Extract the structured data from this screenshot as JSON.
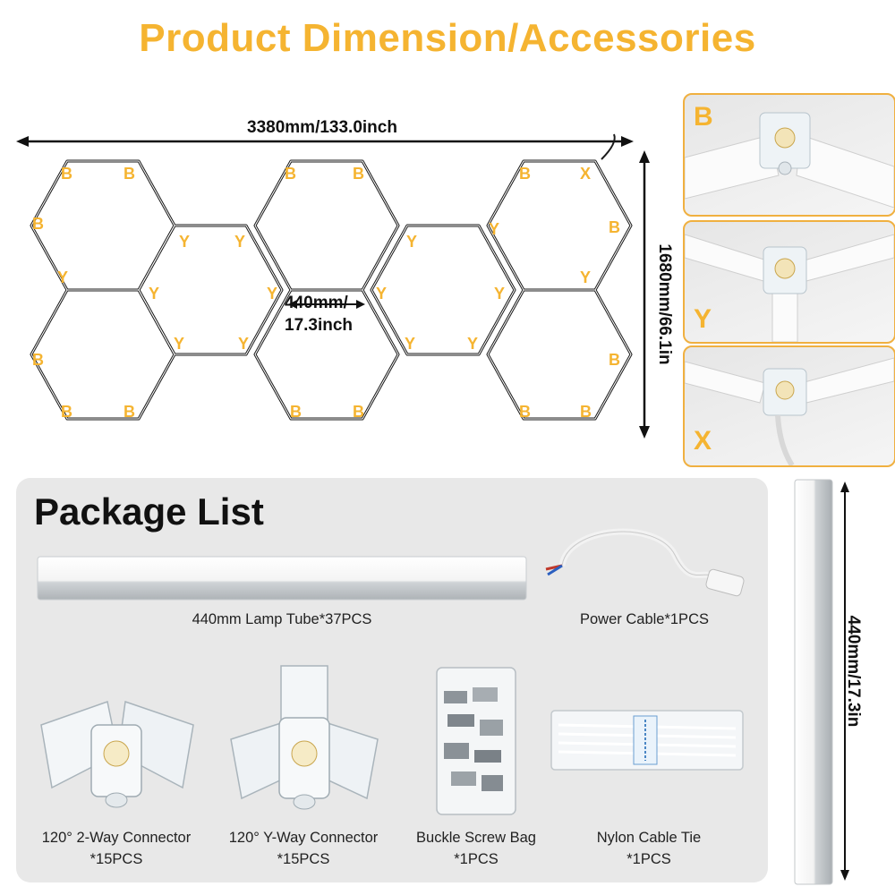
{
  "title": "Product Dimension/Accessories",
  "colors": {
    "accent": "#f5b431",
    "frame": "#222222",
    "panel": "#e8e8e8"
  },
  "dimensions": {
    "width": "3380mm/133.0inch",
    "height": "1680mm/66.1in",
    "cell_line1": "440mm/",
    "cell_line2": "17.3inch",
    "tube_length": "440mm/17.3in"
  },
  "connector_letters": {
    "b": "B",
    "y": "Y",
    "x": "X"
  },
  "package": {
    "title": "Package List",
    "items": [
      {
        "line1": "440mm Lamp Tube*37PCS",
        "line2": ""
      },
      {
        "line1": "Power Cable*1PCS",
        "line2": ""
      },
      {
        "line1": "120° 2-Way Connector",
        "line2": "*15PCS"
      },
      {
        "line1": "120° Y-Way Connector",
        "line2": "*15PCS"
      },
      {
        "line1": "Buckle Screw Bag",
        "line2": "*1PCS"
      },
      {
        "line1": "Nylon Cable Tie",
        "line2": "*1PCS"
      }
    ]
  }
}
